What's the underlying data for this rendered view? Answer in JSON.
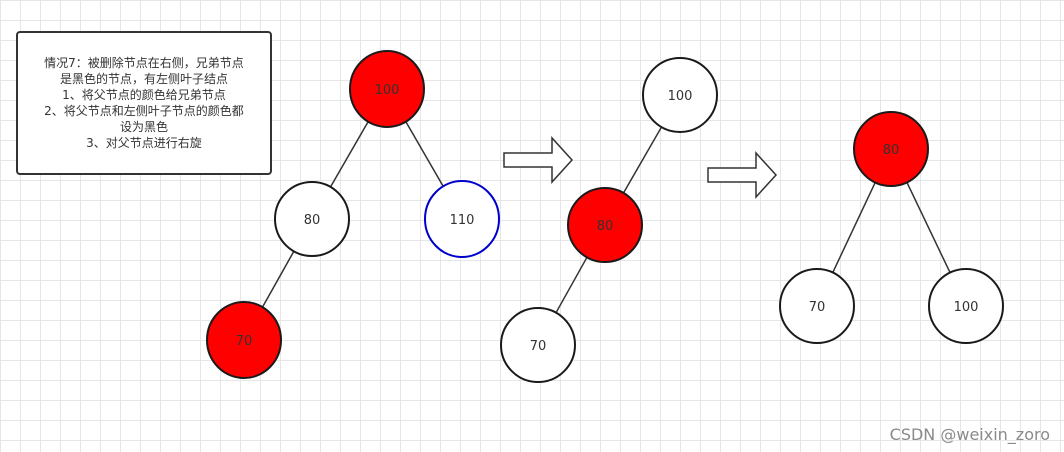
{
  "note": {
    "lines": [
      "情况7：被删除节点在右侧，兄弟节点",
      "是黑色的节点，有左侧叶子结点",
      "1、将父节点的颜色给兄弟节点",
      "2、将父节点和左侧叶子节点的颜色都",
      "设为黑色",
      "3、对父节点进行右旋"
    ]
  },
  "colors": {
    "red": "#ff0000",
    "white": "#ffffff",
    "outline": "#1a1a1a",
    "blue_outline": "#0000cc",
    "edge": "#333333"
  },
  "trees": [
    {
      "id": "before",
      "nodes": [
        {
          "id": "n100",
          "label": "100",
          "color": "red"
        },
        {
          "id": "n80",
          "label": "80",
          "color": "white"
        },
        {
          "id": "n110",
          "label": "110",
          "color": "white",
          "outline": "blue"
        },
        {
          "id": "n70",
          "label": "70",
          "color": "red"
        }
      ],
      "edges": [
        [
          "n100",
          "n80"
        ],
        [
          "n100",
          "n110"
        ],
        [
          "n80",
          "n70"
        ]
      ]
    },
    {
      "id": "middle",
      "nodes": [
        {
          "id": "m100",
          "label": "100",
          "color": "white"
        },
        {
          "id": "m80",
          "label": "80",
          "color": "red"
        },
        {
          "id": "m70",
          "label": "70",
          "color": "white"
        }
      ],
      "edges": [
        [
          "m100",
          "m80"
        ],
        [
          "m80",
          "m70"
        ]
      ]
    },
    {
      "id": "after",
      "nodes": [
        {
          "id": "a80",
          "label": "80",
          "color": "red"
        },
        {
          "id": "a70",
          "label": "70",
          "color": "white"
        },
        {
          "id": "a100",
          "label": "100",
          "color": "white"
        }
      ],
      "edges": [
        [
          "a80",
          "a70"
        ],
        [
          "a80",
          "a100"
        ]
      ]
    }
  ],
  "arrows": [
    {
      "id": "arrow-1",
      "icon": "right-arrow-icon"
    },
    {
      "id": "arrow-2",
      "icon": "right-arrow-icon"
    }
  ],
  "watermark": "CSDN @weixin_zoro"
}
